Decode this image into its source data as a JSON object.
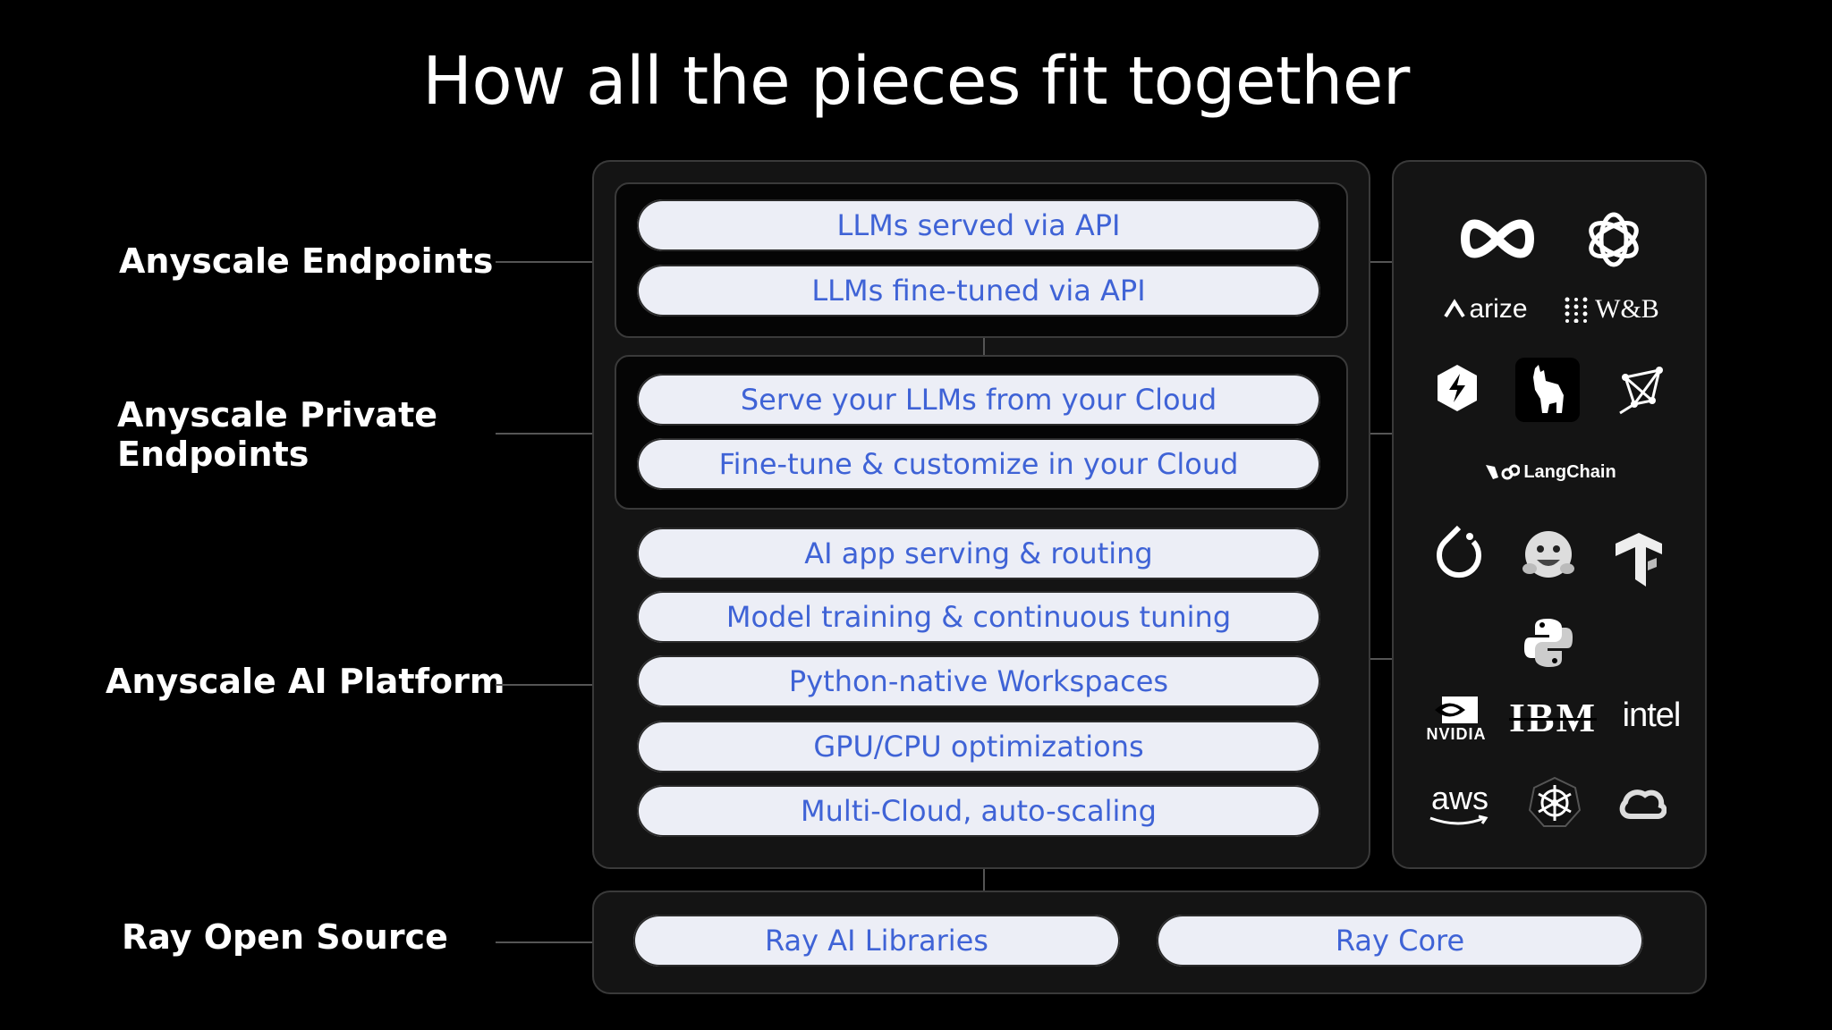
{
  "title": "How all the pieces fit together",
  "layers": {
    "endpoints": {
      "label": "Anyscale Endpoints",
      "items": [
        "LLMs served via API",
        "LLMs fine-tuned via API"
      ]
    },
    "private_endpoints": {
      "label_line1": "Anyscale Private",
      "label_line2": "Endpoints",
      "items": [
        "Serve your LLMs from your Cloud",
        "Fine-tune & customize in your Cloud"
      ]
    },
    "platform": {
      "label": "Anyscale AI Platform",
      "items": [
        "AI app serving & routing",
        "Model training & continuous tuning",
        "Python-native Workspaces",
        "GPU/CPU optimizations",
        "Multi-Cloud, auto-scaling"
      ]
    },
    "ray": {
      "label": "Ray Open Source",
      "items": [
        "Ray AI Libraries",
        "Ray Core"
      ]
    }
  },
  "ecosystem_logos": {
    "arize": "arize",
    "wandb": "W&B",
    "langchain": "LangChain",
    "nvidia": "NVIDIA",
    "ibm": "IBM",
    "intel": "intel",
    "aws": "aws"
  },
  "colors": {
    "background": "#000000",
    "pill_bg": "#eceef6",
    "pill_text": "#3f63d6",
    "panel_border": "#3a3a3a"
  }
}
